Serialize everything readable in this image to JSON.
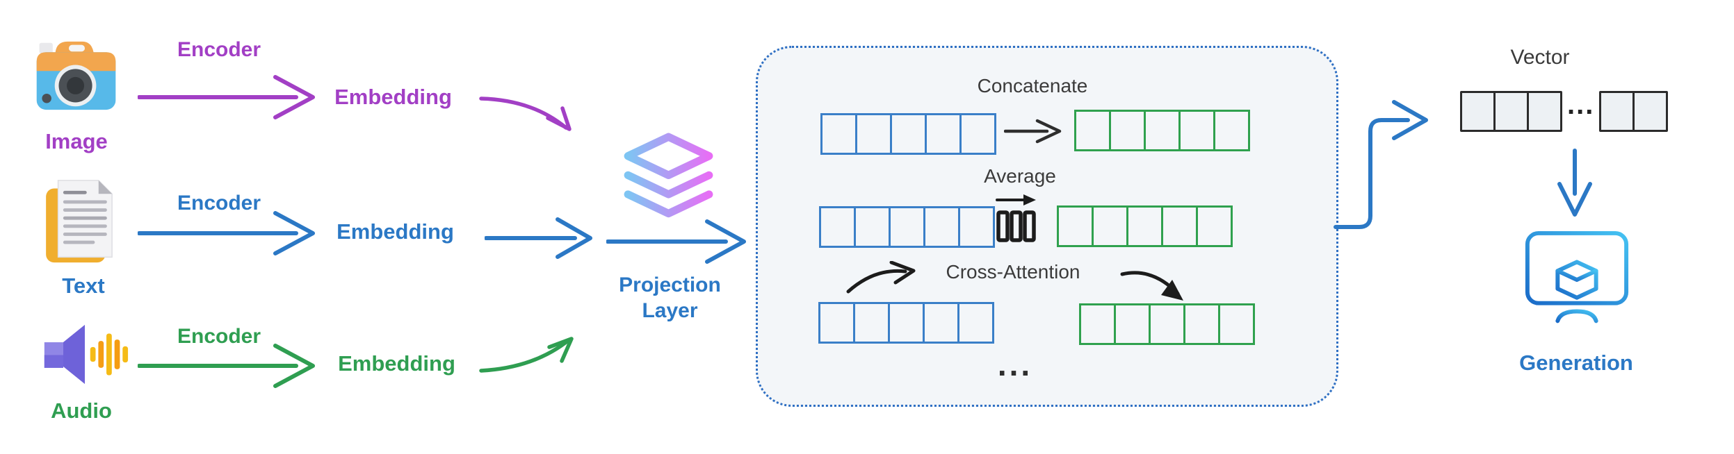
{
  "palette": {
    "purple": "#a23fc5",
    "blue": "#2b78c5",
    "green": "#2f9e51",
    "dark_text": "#3b3b3b",
    "fusion_box_bg": "#f3f6f9",
    "fusion_box_border": "#2e6fc3",
    "blue_cell_border": "#3a7fc8",
    "green_cell_border": "#2fa14e",
    "vector_cell_border": "#2b2b2b",
    "vector_cell_bg": "#edf1f4"
  },
  "modalities": [
    {
      "label": "Image",
      "encoder_label": "Encoder",
      "embedding_label": "Embedding",
      "icon": "camera-icon",
      "color": "#a23fc5"
    },
    {
      "label": "Text",
      "encoder_label": "Encoder",
      "embedding_label": "Embedding",
      "icon": "document-icon",
      "color": "#2b78c5"
    },
    {
      "label": "Audio",
      "encoder_label": "Encoder",
      "embedding_label": "Embedding",
      "icon": "speaker-icon",
      "color": "#2f9e51"
    }
  ],
  "projection": {
    "line1": "Projection",
    "line2": "Layer",
    "icon": "layers-icon"
  },
  "fusion": {
    "methods": [
      {
        "name": "Concatenate",
        "input_cells": 5,
        "output_cells": 5
      },
      {
        "name": "Average",
        "input_cells": 5,
        "output_cells": 5
      },
      {
        "name": "Cross-Attention",
        "input_cells": 5,
        "output_cells": 5
      }
    ],
    "more_indicator": "..."
  },
  "vector": {
    "label": "Vector",
    "cells_before_dots": 3,
    "cells_after_dots": 2,
    "dots": "..."
  },
  "generation": {
    "label": "Generation",
    "icon": "monitor-cube-icon"
  }
}
